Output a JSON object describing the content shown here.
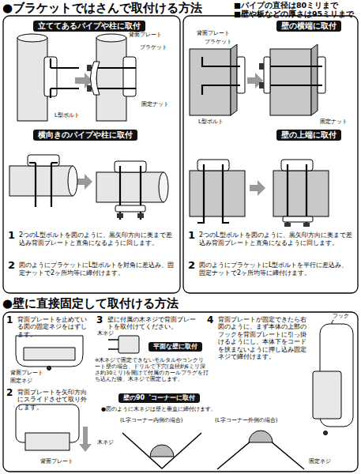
{
  "diagram": {
    "nodes": [
      {
        "text": [
          "立ててあるパイプや柱に取付"
        ]
      },
      {
        "text": [
          "横向きのパイプや柱に取付"
        ]
      },
      {
        "text": [
          "壁の横端に取付"
        ]
      },
      {
        "text": [
          "壁の上端に取付"
        ]
      },
      {
        "text": [
          "平面な壁に取付"
        ]
      },
      {
        "text": [
          "壁の90゜コーナーに取付"
        ]
      }
    ],
    "labels": [
      "●ブラケットではさんで取付ける方法",
      "■パイプの直径は80ミリまで",
      "■壁や板などの厚さは95ミリまで",
      "背面プレート",
      "ブラケット",
      "L型ボルト",
      "固定ナット",
      "1",
      "2つのL型ボルトを図のように、黒矢印方向に奥まで差込み背面プレートと直角になるように回します。",
      "2",
      "図のようにブラケットにL型ボルトを対角に差込み、固定ナットで2ヶ所均等に締付けます。",
      "背面プレート",
      "ブラケット",
      "L型ボルト",
      "固定ナット",
      "1",
      "2つのL型ボルトを図のように、黒矢印方向に奥まで差込み背面プレートと直角になるように回します。",
      "2",
      "図のようにブラケットにL型ボルトを平行に差込み、固定ナットで2ヶ所均等に締付けます。",
      "●壁に直接固定して取付ける方法",
      "1",
      "背面プレートを止めている図の固定ネジをはずします。",
      "背面プレート",
      "固定ネジ",
      "2",
      "背面プレートを矢印方向にスライドさせて取り外します。",
      "背面プレート",
      "3",
      "壁に付属の木ネジで背面プレートを取付けてください。",
      "木ネジ",
      "※木ネジで固定できないモルタルやコンクリート壁の場合、ドリルで下穴(直径約6ミリ深さ約30ミリ)を開けて付属のカールプラグを打ち込んだ後、木ネジで固定します。",
      "●図のように木ネジは壁と垂直に締付けます。",
      "(L字コーナー内側の場合)",
      "(L字コーナー外側の場合)",
      "木ネジ",
      "4",
      "背面プレートが固定できたら右図のように、まず本体の上部のフックを背面プレートに引っ掛けるようにし、本体下をコードを挟まないように押し込み固定ネジで締付けます。",
      "フック",
      "固定ネジ"
    ]
  }
}
